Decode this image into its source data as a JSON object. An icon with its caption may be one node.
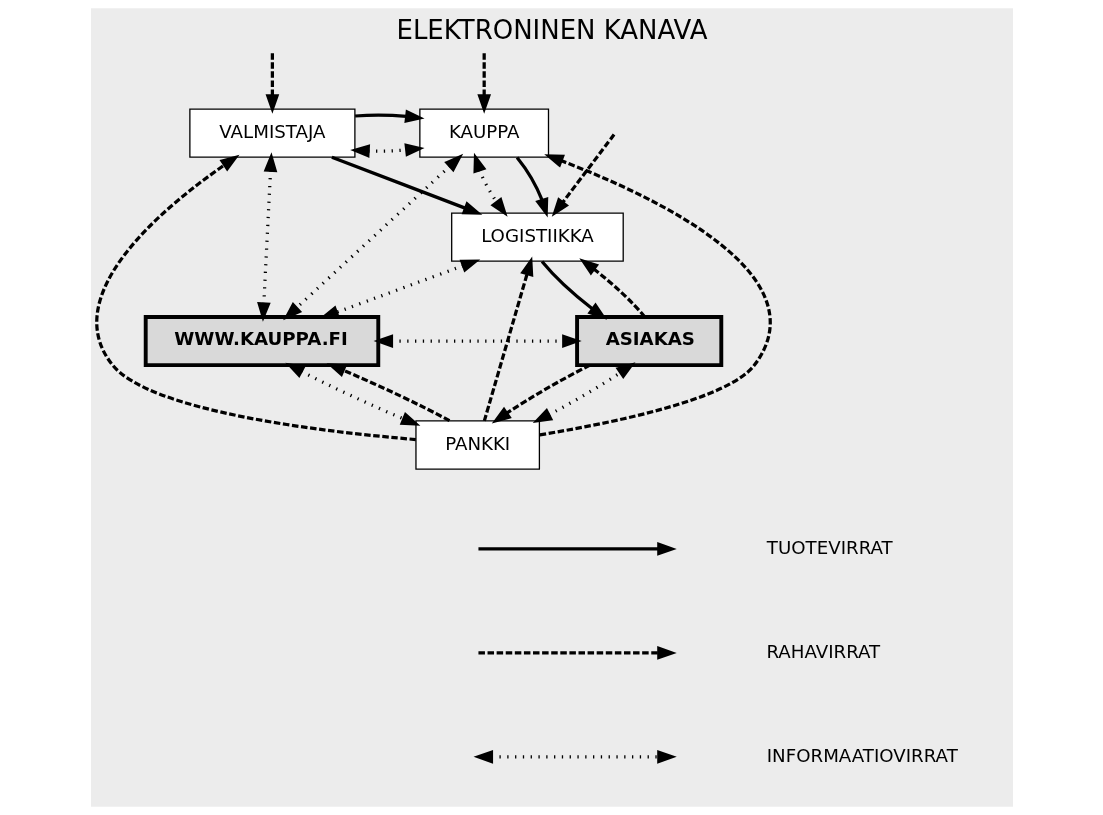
{
  "diagram": {
    "title": "ELEKTRONINEN KANAVA",
    "nodes": [
      {
        "text": [
          "VALMISTAJA"
        ]
      },
      {
        "text": [
          "KAUPPA"
        ]
      },
      {
        "text": [
          "LOGISTIIKKA"
        ]
      },
      {
        "text": [
          "WWW.KAUPPA.FI"
        ]
      },
      {
        "text": [
          "ASIAKAS"
        ]
      },
      {
        "text": [
          "PANKKI"
        ]
      }
    ],
    "edges": [
      {
        "from": null,
        "to": 0,
        "arrow": "to",
        "style": "dashed"
      },
      {
        "from": null,
        "to": 1,
        "arrow": "to",
        "style": "dashed"
      },
      {
        "from": null,
        "to": 2,
        "arrow": "to",
        "style": "dashed"
      },
      {
        "from": 0,
        "to": 1,
        "arrow": "both",
        "style": "dashed"
      },
      {
        "from": 0,
        "to": 1,
        "arrow": "to"
      },
      {
        "from": 1,
        "to": 2,
        "arrow": "both",
        "style": "dashed"
      },
      {
        "from": 1,
        "to": 2,
        "arrow": "to"
      },
      {
        "from": 0,
        "to": 2,
        "arrow": "to"
      },
      {
        "from": 0,
        "to": 3,
        "arrow": "both",
        "style": "dashed"
      },
      {
        "from": 1,
        "to": 3,
        "arrow": "both",
        "style": "dashed"
      },
      {
        "from": 2,
        "to": 3,
        "arrow": "both",
        "style": "dashed"
      },
      {
        "from": 2,
        "to": 4,
        "arrow": "to"
      },
      {
        "from": 4,
        "to": 2,
        "arrow": "to",
        "style": "dashed"
      },
      {
        "from": 3,
        "to": 4,
        "arrow": "both",
        "style": "dashed"
      },
      {
        "from": 5,
        "to": 0,
        "arrow": "to",
        "style": "dashed"
      },
      {
        "from": 5,
        "to": 1,
        "arrow": "to",
        "style": "dashed"
      },
      {
        "from": 5,
        "to": 3,
        "arrow": "to",
        "style": "dashed"
      },
      {
        "from": 3,
        "to": 5,
        "arrow": "both",
        "style": "dashed"
      },
      {
        "from": 5,
        "to": 2,
        "arrow": "to",
        "style": "dashed"
      },
      {
        "from": 4,
        "to": 5,
        "arrow": "to",
        "style": "dashed"
      },
      {
        "from": 5,
        "to": 4,
        "arrow": "both",
        "style": "dashed"
      }
    ],
    "legend": [
      {
        "text": "TUOTEVIRRAT"
      },
      {
        "text": "RAHAVIRRAT"
      },
      {
        "text": "INFORMAATIOVIRRAT"
      }
    ]
  }
}
